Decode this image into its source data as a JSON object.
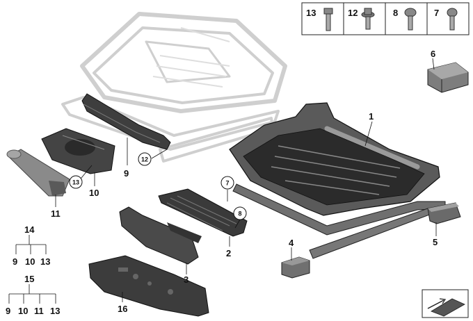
{
  "callouts": {
    "c1": "1",
    "c2": "2",
    "c3": "3",
    "c4": "4",
    "c5": "5",
    "c6": "6",
    "c7": "7",
    "c8": "8",
    "c9": "9",
    "c10": "10",
    "c11": "11",
    "c12": "12",
    "c13": "13",
    "c16": "16"
  },
  "fastener_table": {
    "headers": [
      "13",
      "12",
      "8",
      "7"
    ]
  },
  "trees": {
    "t14": {
      "root": "14",
      "children": [
        "9",
        "10",
        "13"
      ]
    },
    "t15": {
      "root": "15",
      "children": [
        "9",
        "10",
        "11",
        "13"
      ]
    }
  },
  "colors": {
    "line": "#111111",
    "part_dark": "#4a4a4a",
    "part_mid": "#7a7a7a",
    "ghost": "#d6d6d6"
  }
}
